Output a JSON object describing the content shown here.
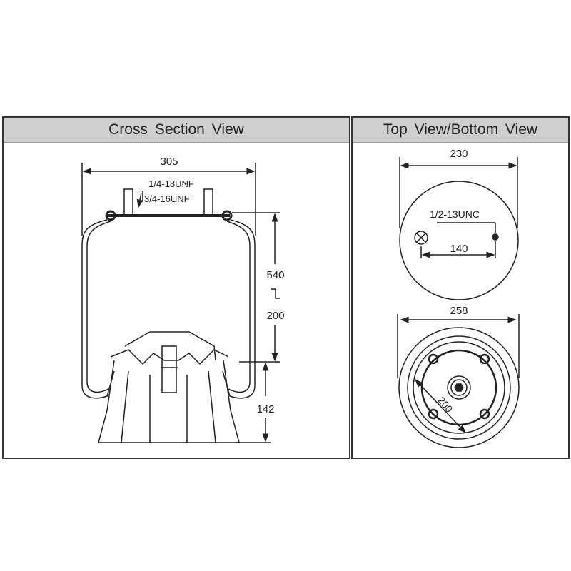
{
  "cross_section": {
    "title": "Cross Section View",
    "width_dim": "305",
    "thread_top": "1/4-18UNF",
    "thread_bottom": "3/4-16UNF",
    "height_max": "540",
    "height_min": "200",
    "piston_height": "142"
  },
  "top_bottom": {
    "title": "Top View/Bottom View",
    "top_diameter": "230",
    "top_thread": "1/2-13UNC",
    "top_spacing": "140",
    "bottom_diameter": "258",
    "bolt_circle": "200"
  }
}
